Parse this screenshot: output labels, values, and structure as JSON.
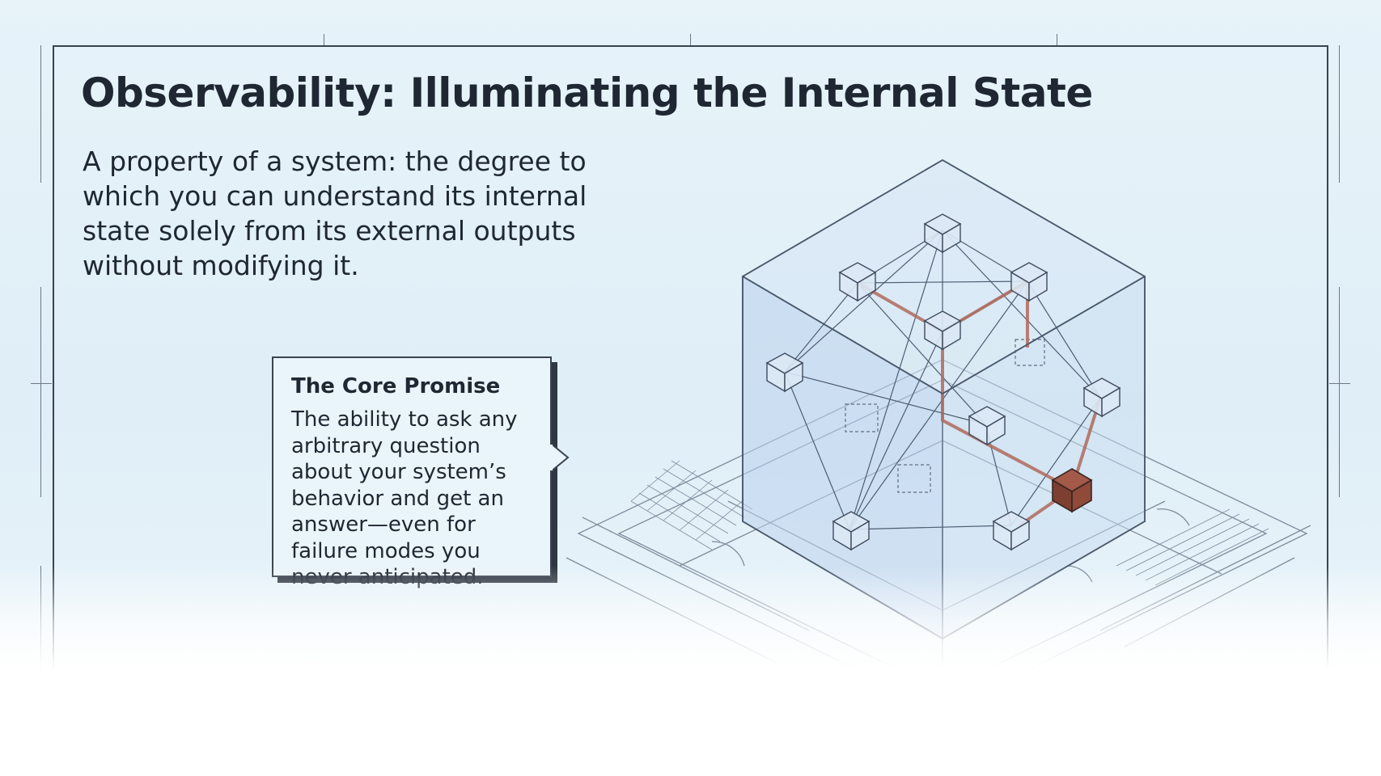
{
  "title": "Observability: Illuminating the Internal State",
  "intro": "A property of a system: the degree to which you can understand its internal state solely from its external outputs without modifying it.",
  "callout": {
    "heading": "The Core Promise",
    "body": "The ability to ask any arbitrary question about your system’s behavior and get an answer—even for failure modes you never anticipated."
  },
  "colors": {
    "background": "#e3f1f8",
    "ink": "#1f2733",
    "highlight_path": "#b06a5c",
    "highlight_node": "#8a4a3b",
    "cube_face": "#c9dcf0"
  }
}
